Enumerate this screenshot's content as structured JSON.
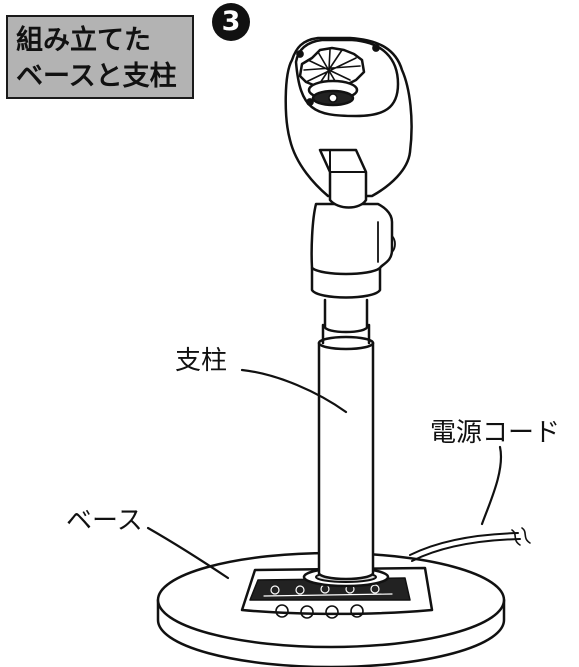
{
  "title": {
    "line1": "組み立てた",
    "line2": "ベースと支柱"
  },
  "step_number": "3",
  "callouts": {
    "pole": "支柱",
    "power_cord": "電源コード",
    "base": "ベース"
  },
  "colors": {
    "title_background": "#b3b3b3",
    "line": "#111111",
    "badge": "#111111"
  }
}
